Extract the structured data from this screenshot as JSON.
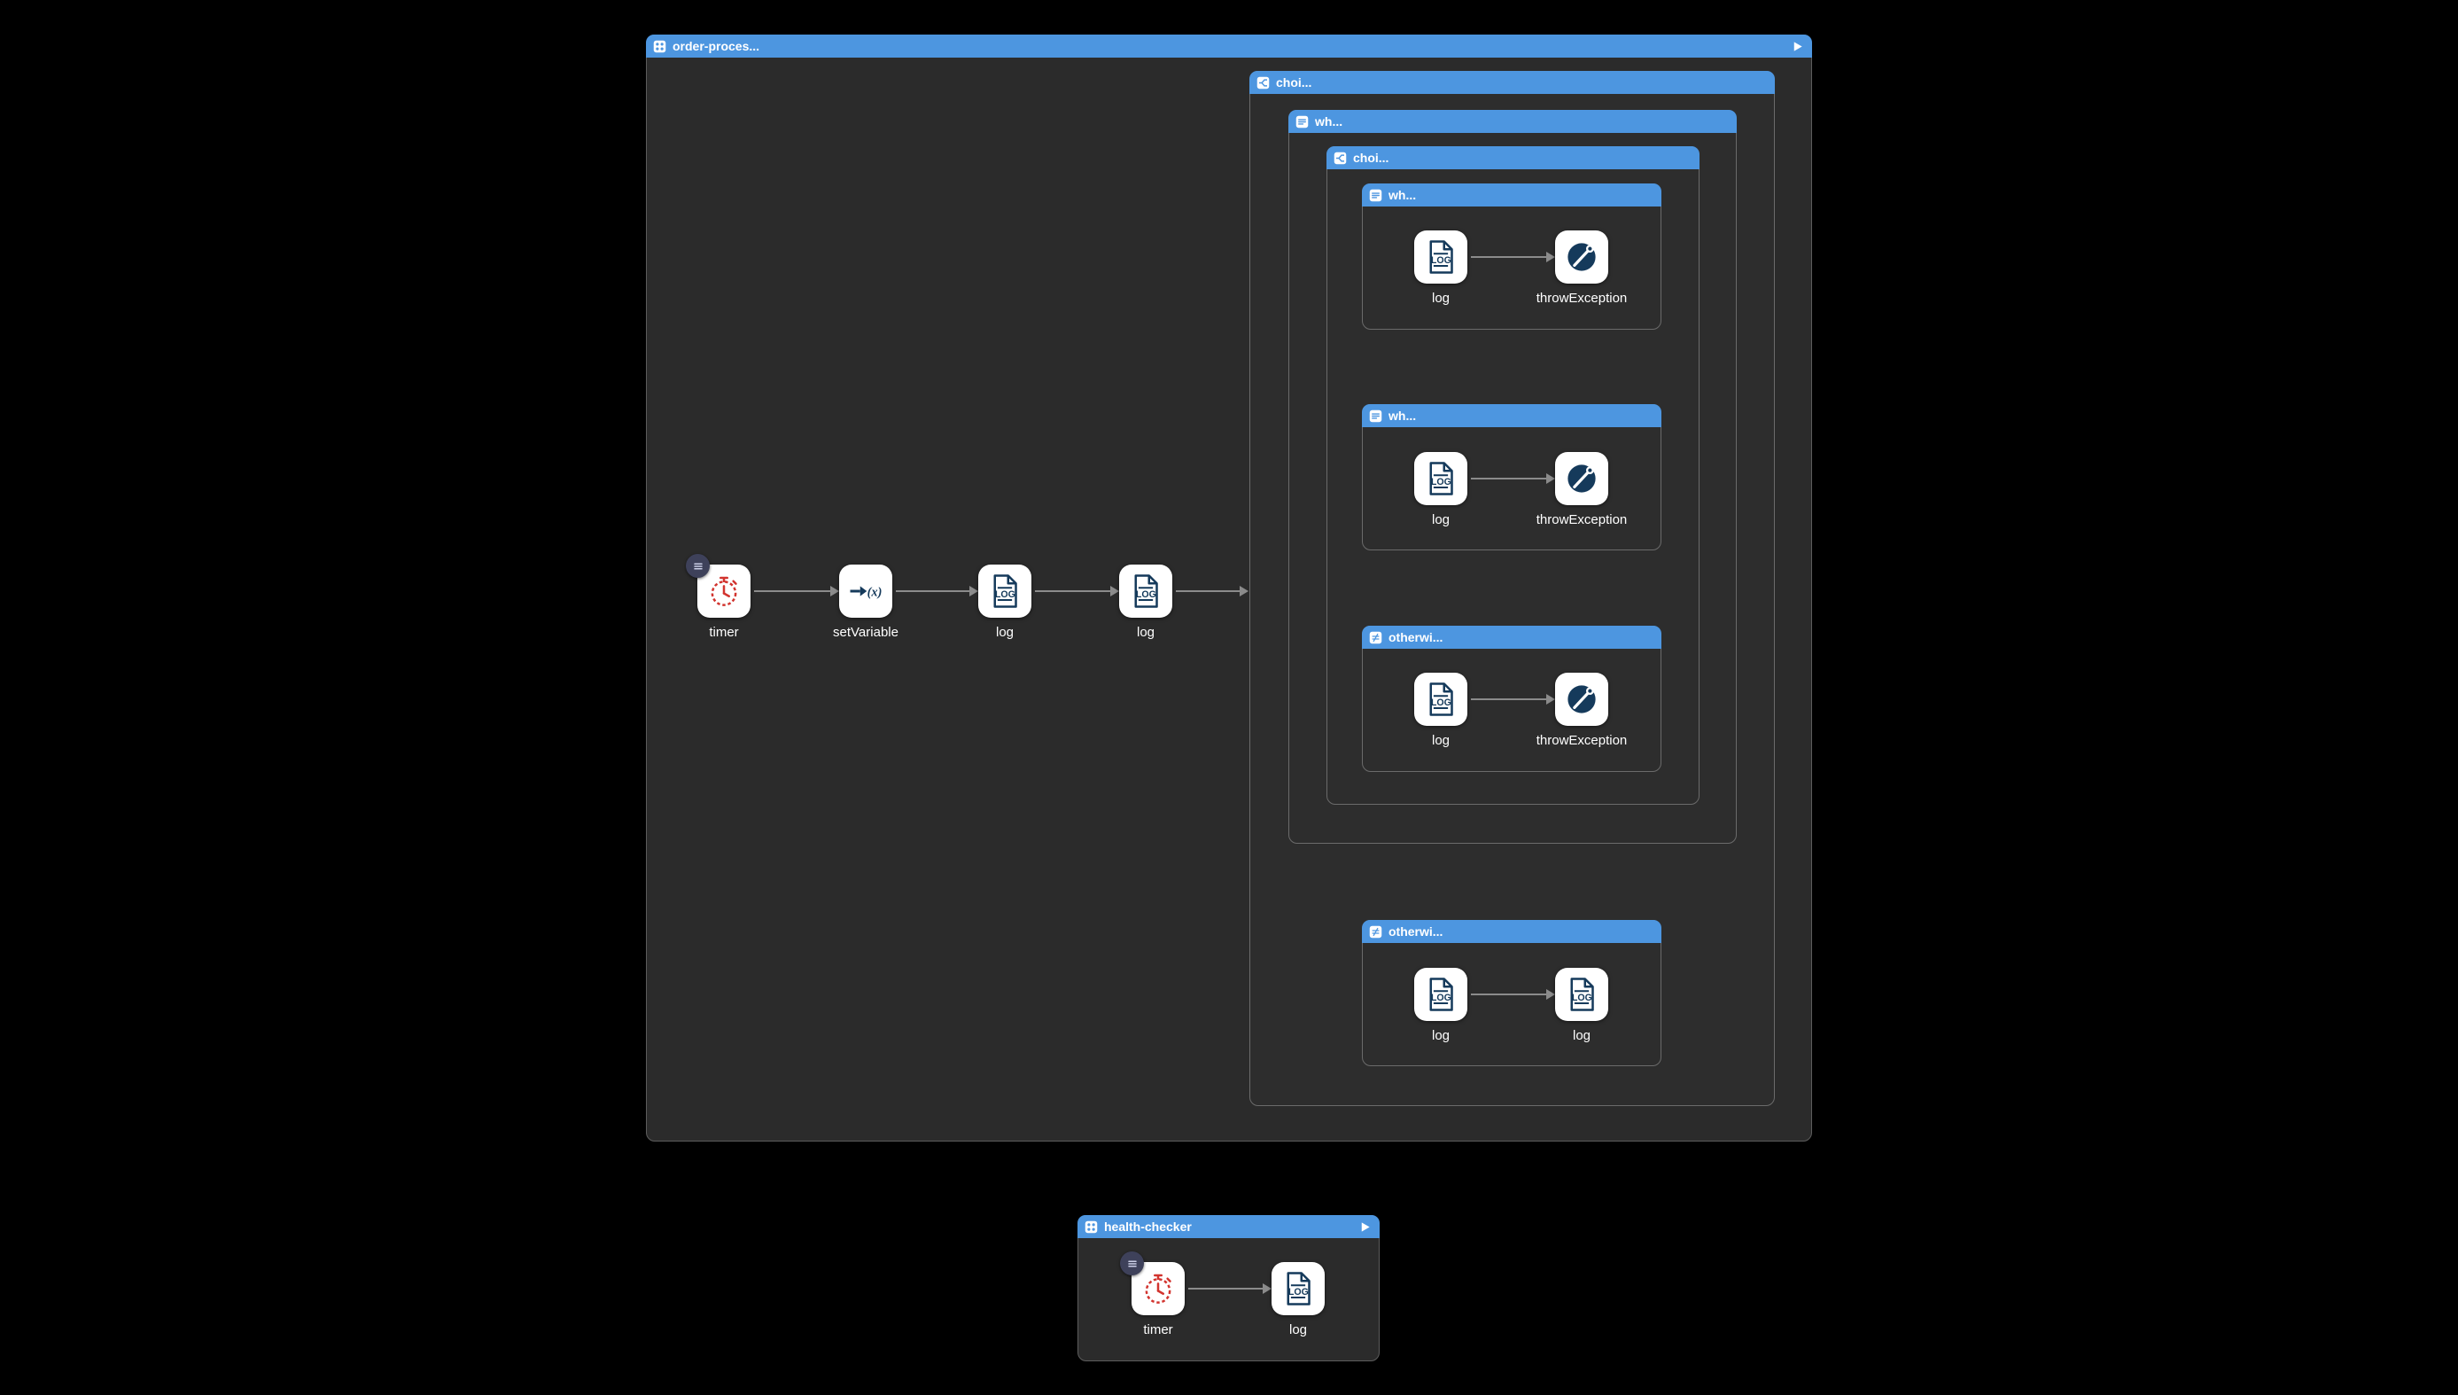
{
  "colors": {
    "canvas_bg": "#000000",
    "container_bg": "#2b2b2b",
    "header_blue": "#4d96e0",
    "node_bg": "#ffffff",
    "arrow_gray": "#8b8b8b",
    "icon_navy": "#153a5b",
    "timer_red": "#d2342f",
    "badge_indigo": "#3e415a"
  },
  "icons": {
    "log_text": "LOG",
    "variable_text": "(x)"
  },
  "routes": {
    "order": {
      "title": "order-proces...",
      "header_icon": "route-icon",
      "run_button_icon": "play-icon",
      "steps": [
        {
          "label": "timer",
          "icon": "timer-icon",
          "badge_icon": "route-badge-lines-icon"
        },
        {
          "label": "setVariable",
          "icon": "set-variable-icon"
        },
        {
          "label": "log",
          "icon": "log-icon"
        },
        {
          "label": "log",
          "icon": "log-icon"
        }
      ],
      "choice": {
        "title": "choi...",
        "header_icon": "choice-icon",
        "when": {
          "title": "wh...",
          "header_icon": "when-icon",
          "choice": {
            "title": "choi...",
            "header_icon": "choice-icon",
            "branches": [
              {
                "kind": "when",
                "title": "wh...",
                "header_icon": "when-icon",
                "steps": [
                  {
                    "label": "log",
                    "icon": "log-icon"
                  },
                  {
                    "label": "throwException",
                    "icon": "throw-exception-icon"
                  }
                ]
              },
              {
                "kind": "when",
                "title": "wh...",
                "header_icon": "when-icon",
                "steps": [
                  {
                    "label": "log",
                    "icon": "log-icon"
                  },
                  {
                    "label": "throwException",
                    "icon": "throw-exception-icon"
                  }
                ]
              },
              {
                "kind": "otherwise",
                "title": "otherwi...",
                "header_icon": "otherwise-icon",
                "steps": [
                  {
                    "label": "log",
                    "icon": "log-icon"
                  },
                  {
                    "label": "throwException",
                    "icon": "throw-exception-icon"
                  }
                ]
              }
            ]
          }
        },
        "otherwise": {
          "title": "otherwi...",
          "header_icon": "otherwise-icon",
          "steps": [
            {
              "label": "log",
              "icon": "log-icon"
            },
            {
              "label": "log",
              "icon": "log-icon"
            }
          ]
        }
      }
    },
    "health": {
      "title": "health-checker",
      "header_icon": "route-icon",
      "run_button_icon": "play-icon",
      "steps": [
        {
          "label": "timer",
          "icon": "timer-icon",
          "badge_icon": "route-badge-lines-icon"
        },
        {
          "label": "log",
          "icon": "log-icon"
        }
      ]
    }
  }
}
